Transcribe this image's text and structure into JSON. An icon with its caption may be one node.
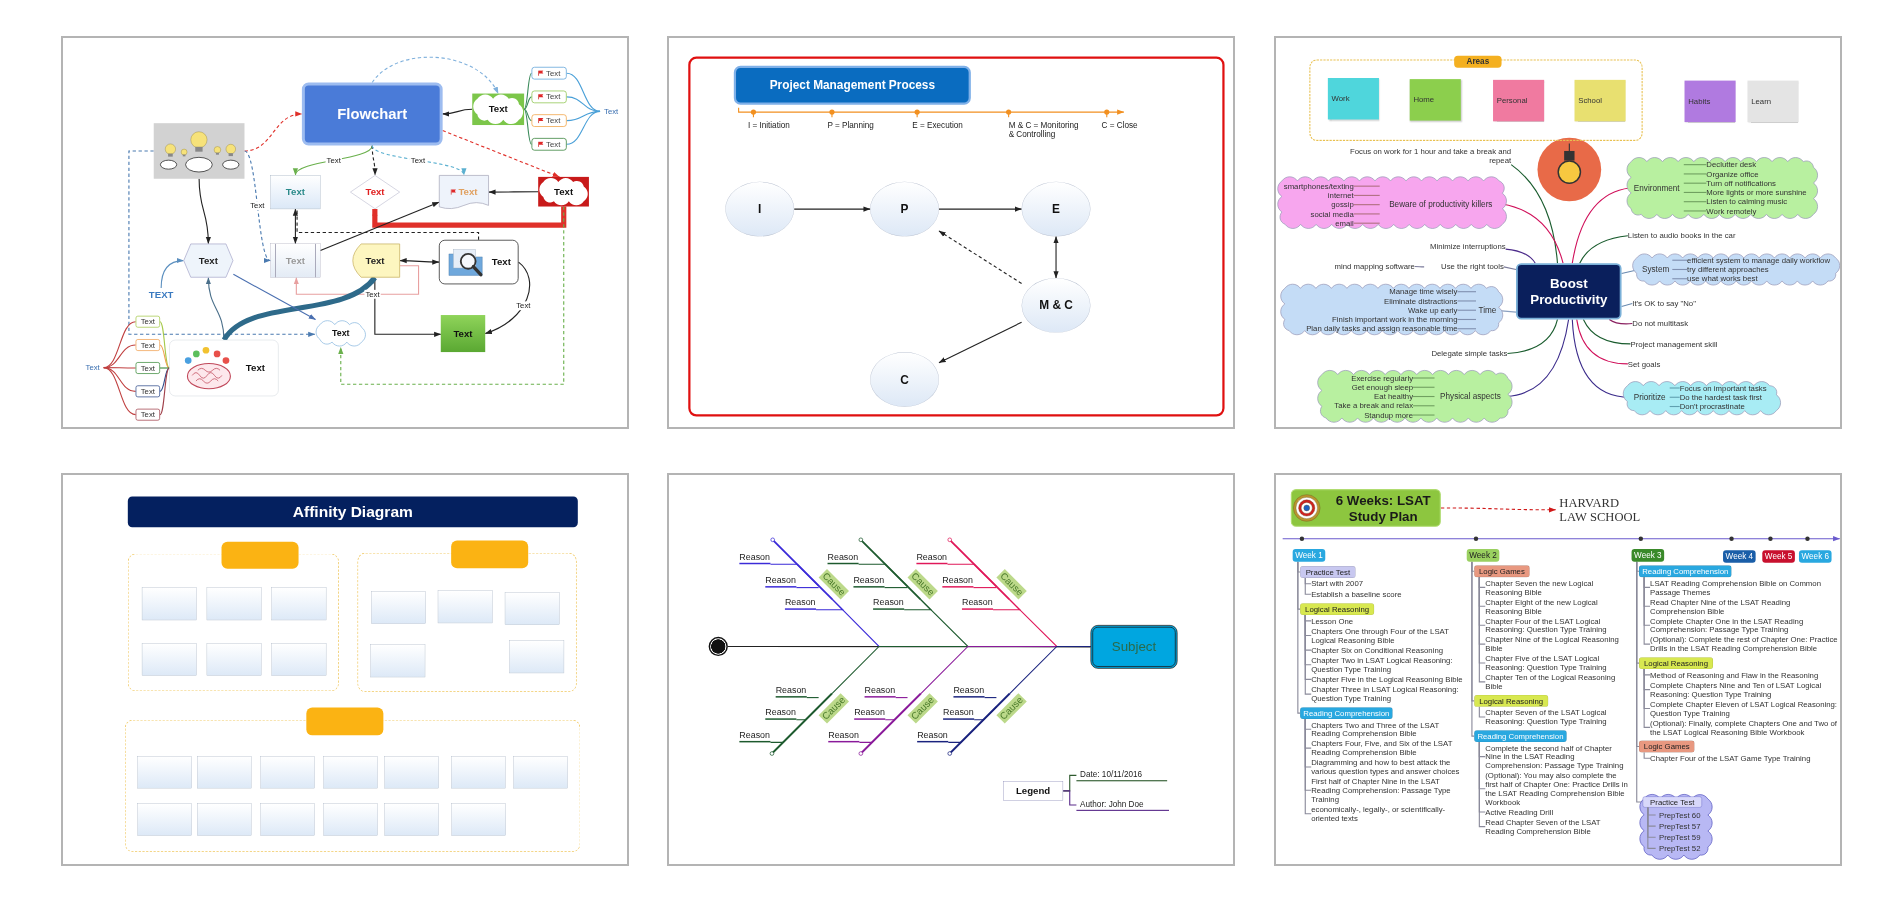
{
  "diagram": {
    "nodes": [
      {
        "text": [
          "Flowchart"
        ]
      },
      {
        "text": [],
        "shape": "picture"
      },
      {
        "text": [
          "Text"
        ]
      },
      {
        "text": [
          "Text"
        ]
      },
      {
        "text": [
          "Text"
        ]
      },
      {
        "text": [
          "Text"
        ]
      },
      {
        "text": [
          "Text"
        ]
      },
      {
        "text": [
          "Text"
        ]
      },
      {
        "text": [
          "Text"
        ]
      },
      {
        "text": [
          "Text"
        ]
      },
      {
        "text": [
          "Text"
        ]
      },
      {
        "text": [
          "Text"
        ]
      },
      {
        "text": [
          "Text"
        ]
      },
      {
        "text": [
          "Text"
        ]
      },
      {
        "text": [
          "Text"
        ]
      },
      {
        "text": [
          "Text"
        ]
      },
      {
        "text": [
          "TEXT"
        ]
      },
      {
        "text": [
          "Text"
        ]
      },
      {
        "text": [
          "Text"
        ]
      },
      {
        "text": [
          "Text"
        ]
      },
      {
        "text": [
          "Text"
        ]
      },
      {
        "text": [
          "Text"
        ]
      },
      {
        "text": [
          "Text"
        ]
      },
      {
        "text": [
          "Text"
        ]
      },
      {
        "text": [
          "Text"
        ]
      },
      {
        "text": [
          "Text"
        ]
      },
      {
        "text": [
          "Project Management Process"
        ]
      },
      {
        "text": [
          "I"
        ]
      },
      {
        "text": [
          "P"
        ]
      },
      {
        "text": [
          "E"
        ]
      },
      {
        "text": [
          "M & C"
        ]
      },
      {
        "text": [
          "C"
        ]
      },
      {
        "text": [
          "Areas"
        ]
      },
      {
        "text": [
          "Work"
        ],
        "in": 32
      },
      {
        "text": [
          "Home"
        ],
        "in": 32
      },
      {
        "text": [
          "Personal"
        ],
        "in": 32
      },
      {
        "text": [
          "School"
        ],
        "in": 32
      },
      {
        "text": [
          "Habits"
        ]
      },
      {
        "text": [
          "Learn"
        ]
      },
      {
        "text": [
          "Boost Productivity"
        ]
      },
      {
        "text": [
          "Focus on work for 1 hour and take a break and repeat"
        ]
      },
      {
        "text": [
          "Beware of productivity killers"
        ]
      },
      {
        "text": [
          "smartphones/texting"
        ],
        "in": 41
      },
      {
        "text": [
          "internet"
        ],
        "in": 41
      },
      {
        "text": [
          "gossip"
        ],
        "in": 41
      },
      {
        "text": [
          "social media"
        ],
        "in": 41
      },
      {
        "text": [
          "email"
        ],
        "in": 41
      },
      {
        "text": [
          "Minimize interruptions"
        ]
      },
      {
        "text": [
          "Use the right tools"
        ]
      },
      {
        "text": [
          "mind mapping software"
        ]
      },
      {
        "text": [
          "Time"
        ]
      },
      {
        "text": [
          "Manage time wisely"
        ],
        "in": 50
      },
      {
        "text": [
          "Eliminate distractions"
        ],
        "in": 50
      },
      {
        "text": [
          "Wake up early"
        ],
        "in": 50
      },
      {
        "text": [
          "Finish important work in the morning"
        ],
        "in": 50
      },
      {
        "text": [
          "Plan daily tasks and assign reasonable time"
        ],
        "in": 50
      },
      {
        "text": [
          "Delegate simple tasks"
        ]
      },
      {
        "text": [
          "Physical aspects"
        ]
      },
      {
        "text": [
          "Exercise regularly"
        ],
        "in": 57
      },
      {
        "text": [
          "Get enough sleep"
        ],
        "in": 57
      },
      {
        "text": [
          "Eat healthy"
        ],
        "in": 57
      },
      {
        "text": [
          "Take a break and relax"
        ],
        "in": 57
      },
      {
        "text": [
          "Standup more"
        ],
        "in": 57
      },
      {
        "text": [
          "Environment"
        ]
      },
      {
        "text": [
          "Declutter desk"
        ],
        "in": 63
      },
      {
        "text": [
          "Organize office"
        ],
        "in": 63
      },
      {
        "text": [
          "Turn off notifications"
        ],
        "in": 63
      },
      {
        "text": [
          "More lights or more sunshine"
        ],
        "in": 63
      },
      {
        "text": [
          "Listen to calming music"
        ],
        "in": 63
      },
      {
        "text": [
          "Work remotely"
        ],
        "in": 63
      },
      {
        "text": [
          "Listen to audio books in the car"
        ]
      },
      {
        "text": [
          "System"
        ]
      },
      {
        "text": [
          "efficient system to manage daily workflow"
        ],
        "in": 71
      },
      {
        "text": [
          "try different approaches"
        ],
        "in": 71
      },
      {
        "text": [
          "use what works best"
        ],
        "in": 71
      },
      {
        "text": [
          "It's OK to say \"No\""
        ]
      },
      {
        "text": [
          "Do not multitask"
        ]
      },
      {
        "text": [
          "Project management skill"
        ]
      },
      {
        "text": [
          "Set goals"
        ]
      },
      {
        "text": [
          "Prioritize"
        ]
      },
      {
        "text": [
          "Focus on important tasks"
        ],
        "in": 79
      },
      {
        "text": [
          "Do the hardest task first"
        ],
        "in": 79
      },
      {
        "text": [
          "Don't procrastinate"
        ],
        "in": 79
      },
      {
        "text": [
          "Affinity Diagram"
        ]
      },
      {
        "text": [],
        "shape": "box"
      },
      {
        "text": [],
        "shape": "box"
      },
      {
        "text": [],
        "shape": "box",
        "in": 84
      },
      {
        "text": [],
        "shape": "box",
        "in": 84
      },
      {
        "text": [],
        "shape": "box",
        "in": 84
      },
      {
        "text": [],
        "shape": "box",
        "in": 84
      },
      {
        "text": [],
        "shape": "box",
        "in": 84
      },
      {
        "text": [],
        "shape": "box",
        "in": 84
      },
      {
        "text": [],
        "shape": "box"
      },
      {
        "text": [],
        "shape": "box"
      },
      {
        "text": [],
        "shape": "box",
        "in": 92
      },
      {
        "text": [],
        "shape": "box",
        "in": 92
      },
      {
        "text": [],
        "shape": "box",
        "in": 92
      },
      {
        "text": [],
        "shape": "box",
        "in": 92
      },
      {
        "text": [],
        "shape": "box",
        "in": 92
      },
      {
        "text": [],
        "shape": "box"
      },
      {
        "text": [],
        "shape": "box"
      },
      {
        "text": [],
        "shape": "box",
        "in": 99
      },
      {
        "text": [],
        "shape": "box",
        "in": 99
      },
      {
        "text": [],
        "shape": "box",
        "in": 99
      },
      {
        "text": [],
        "shape": "box",
        "in": 99
      },
      {
        "text": [],
        "shape": "box",
        "in": 99
      },
      {
        "text": [],
        "shape": "box",
        "in": 99
      },
      {
        "text": [],
        "shape": "box",
        "in": 99
      },
      {
        "text": [],
        "shape": "box",
        "in": 99
      },
      {
        "text": [],
        "shape": "box",
        "in": 99
      },
      {
        "text": [],
        "shape": "box",
        "in": 99
      },
      {
        "text": [],
        "shape": "box",
        "in": 99
      },
      {
        "text": [],
        "shape": "box",
        "in": 99
      },
      {
        "text": [],
        "shape": "box",
        "in": 99
      },
      {
        "text": [],
        "shape": "circle"
      },
      {
        "text": [
          "Cause"
        ]
      },
      {
        "text": [
          "Cause"
        ]
      },
      {
        "text": [
          "Cause"
        ]
      },
      {
        "text": [
          "Cause"
        ]
      },
      {
        "text": [
          "Cause"
        ]
      },
      {
        "text": [
          "Cause"
        ]
      },
      {
        "text": [
          "Subject"
        ]
      },
      {
        "text": [
          "Legend"
        ]
      },
      {
        "text": [
          "Date: 10/11/2016"
        ]
      },
      {
        "text": [
          "Author: John Doe"
        ]
      },
      {
        "text": [
          "6 Weeks: LSAT Study Plan"
        ]
      },
      {
        "text": [
          "HARVARD LAW SCHOOL"
        ]
      },
      {
        "text": [
          "Week 1"
        ]
      },
      {
        "text": [
          "Week 2"
        ]
      },
      {
        "text": [
          "Week 3"
        ]
      },
      {
        "text": [
          "Week 4"
        ]
      },
      {
        "text": [
          "Week 5"
        ]
      },
      {
        "text": [
          "Week 6"
        ]
      },
      {
        "text": [
          "Practice Test"
        ]
      },
      {
        "text": [
          "Start with 2007"
        ]
      },
      {
        "text": [
          "Establish a baseline score"
        ]
      },
      {
        "text": [
          "Logical Reasoning"
        ]
      },
      {
        "text": [
          "Lesson One"
        ]
      },
      {
        "text": [
          "Chapters One through Four of the LSAT Logical Reasoning Bible"
        ]
      },
      {
        "text": [
          "Chapter Six on Conditional Reasoning"
        ]
      },
      {
        "text": [
          "Chapter Two in LSAT Logical Reasoning: Question Type Training"
        ]
      },
      {
        "text": [
          "Chapter Five in the Logical Reasoning Bible"
        ]
      },
      {
        "text": [
          "Chapter Three in LSAT Logical Reasoning: Question Type Training"
        ]
      },
      {
        "text": [
          "Reading Comprehension"
        ]
      },
      {
        "text": [
          "Chapters Two and Three of the LSAT Reading Comprehension Bible"
        ]
      },
      {
        "text": [
          "Chapters Four, Five, and Six of the LSAT Reading Comprehension Bible"
        ]
      },
      {
        "text": [
          "Diagramming and how to best attack the various question types and answer choices"
        ]
      },
      {
        "text": [
          "First half of Chapter Nine in the LSAT Reading Comprehension: Passage Type Training"
        ]
      },
      {
        "text": [
          "economically-, legally-, or scientifically-oriented texts"
        ]
      },
      {
        "text": [
          "Logic Games"
        ]
      },
      {
        "text": [
          "Chapter Seven the new Logical Reasoning Bible"
        ]
      },
      {
        "text": [
          "Chapter Eight of the new Logical Reasoning Bible"
        ]
      },
      {
        "text": [
          "Chapter Four of the LSAT Logical Reasoning: Question Type Training"
        ]
      },
      {
        "text": [
          "Chapter Nine of the Logical Reasoning Bible"
        ]
      },
      {
        "text": [
          "Chapter Five of the LSAT Logical Reasoning: Question Type Training"
        ]
      },
      {
        "text": [
          "Chapter Ten of the Logical Reasoning Bible"
        ]
      },
      {
        "text": [
          "Logical Reasoning"
        ]
      },
      {
        "text": [
          "Chapter Seven of the LSAT Logical Reasoning: Question Type Training"
        ]
      },
      {
        "text": [
          "Reading Comprehension"
        ]
      },
      {
        "text": [
          "Complete the second half of Chapter Nine in the LSAT Reading Comprehension: Passage Type Training"
        ]
      },
      {
        "text": [
          "(Optional): You may also complete the first half of Chapter One: Practice Drills in the LSAT Reading Comprehension Bible Workbook"
        ]
      },
      {
        "text": [
          "Active Reading Drill"
        ]
      },
      {
        "text": [
          "Read Chapter Seven of the LSAT Reading Comprehension Bible"
        ]
      },
      {
        "text": [
          "Reading Comprehension"
        ]
      },
      {
        "text": [
          "LSAT Reading Comprehension Bible on Common Passage Themes"
        ]
      },
      {
        "text": [
          "Read Chapter Nine of the LSAT Reading Comprehension Bible"
        ]
      },
      {
        "text": [
          "Complete Chapter One in the LSAT Reading Comprehension: Passage Type Training"
        ]
      },
      {
        "text": [
          "(Optional): Complete the rest of Chapter One: Practice Drills in the LSAT Reading Comprehension Bible"
        ]
      },
      {
        "text": [
          "Logical Reasoning"
        ]
      },
      {
        "text": [
          "Method of Reasoning and Flaw in the Reasoning"
        ]
      },
      {
        "text": [
          "Complete Chapters Nine and Ten of LSAT Logical Reasoning: Question Type Training"
        ]
      },
      {
        "text": [
          "Complete Chapter Eleven of LSAT Logical Reasoning: Question Type Training"
        ]
      },
      {
        "text": [
          "(Optional): Finally, complete Chapters One and Two of the LSAT Logical Reasoning Bible Workbook"
        ]
      },
      {
        "text": [
          "Logic Games"
        ]
      },
      {
        "text": [
          "Chapter Four of the LSAT Game Type Training"
        ]
      },
      {
        "text": [
          "Practice Test"
        ]
      },
      {
        "text": [
          "PrepTest 60"
        ],
        "in": 175
      },
      {
        "text": [
          "PrepTest 57"
        ],
        "in": 175
      },
      {
        "text": [
          "PrepTest 59"
        ],
        "in": 175
      },
      {
        "text": [
          "PrepTest 52"
        ],
        "in": 175
      },
      {
        "text": [
          "Reason"
        ]
      },
      {
        "text": [
          "Reason"
        ]
      },
      {
        "text": [
          "Reason"
        ]
      },
      {
        "text": [
          "Reason"
        ]
      },
      {
        "text": [
          "Reason"
        ]
      },
      {
        "text": [
          "Reason"
        ]
      },
      {
        "text": [
          "Reason"
        ]
      },
      {
        "text": [
          "Reason"
        ]
      },
      {
        "text": [
          "Reason"
        ]
      },
      {
        "text": [
          "Reason"
        ]
      },
      {
        "text": [
          "Reason"
        ]
      },
      {
        "text": [
          "Reason"
        ]
      },
      {
        "text": [
          "Reason"
        ]
      },
      {
        "text": [
          "Reason"
        ]
      },
      {
        "text": [
          "Reason"
        ]
      },
      {
        "text": [
          "Reason"
        ]
      },
      {
        "text": [
          "Reason"
        ]
      },
      {
        "text": [
          "Reason"
        ]
      }
    ],
    "edges": [
      {
        "from": 1,
        "to": 0,
        "arrow": "to",
        "style": "dashed",
        "color": "#e0302a"
      },
      {
        "from": 0,
        "to": 2,
        "arrow": "to",
        "style": "dashed",
        "color": "#7fb0dc"
      },
      {
        "from": 2,
        "to": 0,
        "arrow": "to",
        "color": "#222222"
      },
      {
        "from": 0,
        "to": 11,
        "arrow": "to",
        "style": "dashed",
        "color": "#e0302a"
      },
      {
        "from": 0,
        "to": 8,
        "arrow": "to",
        "label": "Text",
        "color": "#6ab04c"
      },
      {
        "from": 0,
        "to": 9,
        "arrow": "to",
        "style": "dashed",
        "color": "#222222"
      },
      {
        "from": 0,
        "to": 10,
        "arrow": "to",
        "label": "Text",
        "style": "dashed",
        "color": "#5bb0d0"
      },
      {
        "from": 11,
        "to": 10,
        "arrow": "to",
        "color": "#222222"
      },
      {
        "from": 11,
        "to": 9,
        "arrow": "to",
        "style": "thick",
        "color": "#e0302a"
      },
      {
        "from": 11,
        "to": 17,
        "arrow": "to",
        "style": "dashed",
        "color": "#6ab04c"
      },
      {
        "from": 13,
        "to": 8,
        "arrow": "both",
        "color": "#222222"
      },
      {
        "from": 15,
        "to": 8,
        "arrow": "none",
        "style": "dashed",
        "color": "#222222"
      },
      {
        "from": 1,
        "to": 12,
        "arrow": "to",
        "color": "#222222"
      },
      {
        "from": 1,
        "to": 13,
        "arrow": "to",
        "label": "Text",
        "style": "dashed",
        "color": "#4a7ab0"
      },
      {
        "from": 1,
        "to": 17,
        "arrow": "to",
        "style": "dashed",
        "color": "#4a7ab0"
      },
      {
        "from": 13,
        "to": 10,
        "arrow": "to",
        "color": "#222222"
      },
      {
        "from": 14,
        "to": 15,
        "arrow": "both",
        "color": "#222222"
      },
      {
        "from": 15,
        "to": 18,
        "arrow": "to",
        "label": "Text",
        "color": "#222222"
      },
      {
        "from": 14,
        "to": 18,
        "arrow": "to",
        "color": "#222222"
      },
      {
        "from": 14,
        "to": 13,
        "arrow": "to",
        "label": "Text",
        "color": "#e8a0a0"
      },
      {
        "from": 16,
        "to": 12,
        "arrow": "to",
        "color": "#5b8fbf"
      },
      {
        "from": 19,
        "to": 12,
        "arrow": "to",
        "color": "#4a6f8a"
      },
      {
        "from": 19,
        "to": 14,
        "arrow": "to",
        "style": "thick",
        "color": "#2e6a8a"
      },
      {
        "from": 12,
        "to": 17,
        "arrow": "to",
        "color": "#4a6fb0"
      },
      {
        "from": 20,
        "to": 19,
        "arrow": "none",
        "color": "#a6c94a"
      },
      {
        "from": 21,
        "to": 19,
        "arrow": "none",
        "color": "#f0a050"
      },
      {
        "from": 22,
        "to": 19,
        "arrow": "none",
        "color": "#3a8a3a"
      },
      {
        "from": 23,
        "to": 19,
        "arrow": "none",
        "color": "#2e4a8a"
      },
      {
        "from": 24,
        "to": 19,
        "arrow": "none",
        "color": "#a0404a"
      },
      {
        "from": 7,
        "to": 3,
        "arrow": "none",
        "color": "#4aa0d8"
      },
      {
        "from": 7,
        "to": 4,
        "arrow": "none",
        "color": "#4aa0d8"
      },
      {
        "from": 7,
        "to": 5,
        "arrow": "none",
        "color": "#4aa0d8"
      },
      {
        "from": 7,
        "to": 6,
        "arrow": "none",
        "color": "#4aa0d8"
      },
      {
        "from": 2,
        "to": 3,
        "arrow": "none",
        "color": "#3a8a5a"
      },
      {
        "from": 2,
        "to": 4,
        "arrow": "none",
        "color": "#3a8a5a"
      },
      {
        "from": 2,
        "to": 5,
        "arrow": "none",
        "color": "#3a8a5a"
      },
      {
        "from": 2,
        "to": 6,
        "arrow": "none",
        "color": "#3a8a5a"
      },
      {
        "from": 25,
        "to": 20,
        "arrow": "none",
        "color": "#c04040"
      },
      {
        "from": 25,
        "to": 21,
        "arrow": "none",
        "color": "#c04040"
      },
      {
        "from": 25,
        "to": 22,
        "arrow": "none",
        "color": "#c04040"
      },
      {
        "from": 25,
        "to": 23,
        "arrow": "none",
        "color": "#c04040"
      },
      {
        "from": 25,
        "to": 24,
        "arrow": "none",
        "color": "#c04040"
      },
      {
        "from": 27,
        "to": 28,
        "arrow": "to",
        "color": "#222222"
      },
      {
        "from": 28,
        "to": 29,
        "arrow": "to",
        "color": "#222222"
      },
      {
        "from": 29,
        "to": 30,
        "arrow": "both",
        "color": "#222222"
      },
      {
        "from": 30,
        "to": 28,
        "arrow": "to",
        "style": "dashed",
        "color": "#222222"
      },
      {
        "from": 30,
        "to": 31,
        "arrow": "to",
        "color": "#222222"
      },
      {
        "from": 39,
        "to": 40,
        "arrow": "none",
        "color": "#1a5c2e"
      },
      {
        "from": 39,
        "to": 41,
        "arrow": "none",
        "color": "#d0105a"
      },
      {
        "from": 39,
        "to": 47,
        "arrow": "none",
        "color": "#4b2a8a"
      },
      {
        "from": 39,
        "to": 48,
        "arrow": "none",
        "color": "#7a7a9a"
      },
      {
        "from": 48,
        "to": 49,
        "arrow": "none",
        "color": "#7a7a9a"
      },
      {
        "from": 39,
        "to": 50,
        "arrow": "none",
        "color": "#8aa0c0"
      },
      {
        "from": 39,
        "to": 56,
        "arrow": "none",
        "color": "#1a5c2e"
      },
      {
        "from": 39,
        "to": 57,
        "arrow": "none",
        "color": "#3a2a8a"
      },
      {
        "from": 39,
        "to": 63,
        "arrow": "none",
        "color": "#d0105a"
      },
      {
        "from": 39,
        "to": 70,
        "arrow": "none",
        "color": "#1a5c2e"
      },
      {
        "from": 39,
        "to": 71,
        "arrow": "none",
        "color": "#6a8ab0"
      },
      {
        "from": 39,
        "to": 75,
        "arrow": "none",
        "color": "#6a8ab0"
      },
      {
        "from": 39,
        "to": 76,
        "arrow": "none",
        "color": "#8a2060"
      },
      {
        "from": 39,
        "to": 77,
        "arrow": "none",
        "color": "#1a5c2e"
      },
      {
        "from": 39,
        "to": 78,
        "arrow": "none",
        "color": "#d0105a"
      },
      {
        "from": 39,
        "to": 79,
        "arrow": "none",
        "color": "#3a2a8a"
      },
      {
        "from": 41,
        "to": 42,
        "arrow": "none",
        "color": "#b07080"
      },
      {
        "from": 41,
        "to": 43,
        "arrow": "none",
        "color": "#b07080"
      },
      {
        "from": 41,
        "to": 44,
        "arrow": "none",
        "color": "#b07080"
      },
      {
        "from": 41,
        "to": 45,
        "arrow": "none",
        "color": "#b07080"
      },
      {
        "from": 41,
        "to": 46,
        "arrow": "none",
        "color": "#b07080"
      },
      {
        "from": 50,
        "to": 51,
        "arrow": "none",
        "color": "#8090b0"
      },
      {
        "from": 50,
        "to": 52,
        "arrow": "none",
        "color": "#8090b0"
      },
      {
        "from": 50,
        "to": 53,
        "arrow": "none",
        "color": "#8090b0"
      },
      {
        "from": 50,
        "to": 54,
        "arrow": "none",
        "color": "#8090b0"
      },
      {
        "from": 50,
        "to": 55,
        "arrow": "none",
        "color": "#8090b0"
      },
      {
        "from": 57,
        "to": 58,
        "arrow": "none",
        "color": "#70a060"
      },
      {
        "from": 57,
        "to": 59,
        "arrow": "none",
        "color": "#70a060"
      },
      {
        "from": 57,
        "to": 60,
        "arrow": "none",
        "color": "#70a060"
      },
      {
        "from": 57,
        "to": 61,
        "arrow": "none",
        "color": "#70a060"
      },
      {
        "from": 57,
        "to": 62,
        "arrow": "none",
        "color": "#70a060"
      },
      {
        "from": 63,
        "to": 64,
        "arrow": "none",
        "color": "#70a060"
      },
      {
        "from": 63,
        "to": 65,
        "arrow": "none",
        "color": "#70a060"
      },
      {
        "from": 63,
        "to": 66,
        "arrow": "none",
        "color": "#70a060"
      },
      {
        "from": 63,
        "to": 67,
        "arrow": "none",
        "color": "#70a060"
      },
      {
        "from": 63,
        "to": 68,
        "arrow": "none",
        "color": "#70a060"
      },
      {
        "from": 63,
        "to": 69,
        "arrow": "none",
        "color": "#70a060"
      },
      {
        "from": 71,
        "to": 72,
        "arrow": "none",
        "color": "#8090b0"
      },
      {
        "from": 71,
        "to": 73,
        "arrow": "none",
        "color": "#8090b0"
      },
      {
        "from": 71,
        "to": 74,
        "arrow": "none",
        "color": "#8090b0"
      },
      {
        "from": 79,
        "to": 80,
        "arrow": "none",
        "color": "#60a0b0"
      },
      {
        "from": 79,
        "to": 81,
        "arrow": "none",
        "color": "#60a0b0"
      },
      {
        "from": 79,
        "to": 82,
        "arrow": "none",
        "color": "#60a0b0"
      },
      {
        "from": 114,
        "to": 121,
        "arrow": "none",
        "color": "#222222"
      },
      {
        "from": 115,
        "to": 121,
        "arrow": "none",
        "color": "#3b2bd8"
      },
      {
        "from": 116,
        "to": 121,
        "arrow": "none",
        "color": "#1d5a2e"
      },
      {
        "from": 117,
        "to": 121,
        "arrow": "none",
        "color": "#e0185a"
      },
      {
        "from": 118,
        "to": 121,
        "arrow": "none",
        "color": "#1d5a2e"
      },
      {
        "from": 119,
        "to": 121,
        "arrow": "none",
        "color": "#8a1a9a"
      },
      {
        "from": 120,
        "to": 121,
        "arrow": "none",
        "color": "#1a237e"
      },
      {
        "from": 122,
        "to": 123,
        "arrow": "none",
        "color": "#2e5a2e"
      },
      {
        "from": 122,
        "to": 124,
        "arrow": "none",
        "color": "#5a2a8a"
      },
      {
        "from": 125,
        "to": 126,
        "arrow": "to",
        "style": "dashed",
        "color": "#d01818"
      },
      {
        "from": 127,
        "to": 133,
        "arrow": "none",
        "color": "#8a8a9a"
      },
      {
        "from": 127,
        "to": 136,
        "arrow": "none",
        "color": "#8a8a9a"
      },
      {
        "from": 127,
        "to": 143,
        "arrow": "none",
        "color": "#8a8a9a"
      },
      {
        "from": 133,
        "to": 134,
        "arrow": "none",
        "color": "#8a8a9a"
      },
      {
        "from": 133,
        "to": 135,
        "arrow": "none",
        "color": "#8a8a9a"
      },
      {
        "from": 136,
        "to": 137,
        "arrow": "none",
        "color": "#8a8a9a"
      },
      {
        "from": 136,
        "to": 138,
        "arrow": "none",
        "color": "#8a8a9a"
      },
      {
        "from": 136,
        "to": 139,
        "arrow": "none",
        "color": "#8a8a9a"
      },
      {
        "from": 136,
        "to": 140,
        "arrow": "none",
        "color": "#8a8a9a"
      },
      {
        "from": 136,
        "to": 141,
        "arrow": "none",
        "color": "#8a8a9a"
      },
      {
        "from": 136,
        "to": 142,
        "arrow": "none",
        "color": "#8a8a9a"
      },
      {
        "from": 143,
        "to": 144,
        "arrow": "none",
        "color": "#8a8a9a"
      },
      {
        "from": 143,
        "to": 145,
        "arrow": "none",
        "color": "#8a8a9a"
      },
      {
        "from": 143,
        "to": 146,
        "arrow": "none",
        "color": "#8a8a9a"
      },
      {
        "from": 143,
        "to": 147,
        "arrow": "none",
        "color": "#8a8a9a"
      },
      {
        "from": 143,
        "to": 148,
        "arrow": "none",
        "color": "#8a8a9a"
      },
      {
        "from": 128,
        "to": 149,
        "arrow": "none",
        "color": "#8a8a9a"
      },
      {
        "from": 128,
        "to": 156,
        "arrow": "none",
        "color": "#8a8a9a"
      },
      {
        "from": 128,
        "to": 158,
        "arrow": "none",
        "color": "#8a8a9a"
      },
      {
        "from": 149,
        "to": 150,
        "arrow": "none",
        "color": "#8a8a9a"
      },
      {
        "from": 149,
        "to": 151,
        "arrow": "none",
        "color": "#8a8a9a"
      },
      {
        "from": 149,
        "to": 152,
        "arrow": "none",
        "color": "#8a8a9a"
      },
      {
        "from": 149,
        "to": 153,
        "arrow": "none",
        "color": "#8a8a9a"
      },
      {
        "from": 149,
        "to": 154,
        "arrow": "none",
        "color": "#8a8a9a"
      },
      {
        "from": 149,
        "to": 155,
        "arrow": "none",
        "color": "#8a8a9a"
      },
      {
        "from": 156,
        "to": 157,
        "arrow": "none",
        "color": "#8a8a9a"
      },
      {
        "from": 158,
        "to": 159,
        "arrow": "none",
        "color": "#8a8a9a"
      },
      {
        "from": 158,
        "to": 160,
        "arrow": "none",
        "color": "#8a8a9a"
      },
      {
        "from": 158,
        "to": 161,
        "arrow": "none",
        "color": "#8a8a9a"
      },
      {
        "from": 158,
        "to": 162,
        "arrow": "none",
        "color": "#8a8a9a"
      },
      {
        "from": 129,
        "to": 163,
        "arrow": "none",
        "color": "#8a8a9a"
      },
      {
        "from": 129,
        "to": 168,
        "arrow": "none",
        "color": "#8a8a9a"
      },
      {
        "from": 129,
        "to": 173,
        "arrow": "none",
        "color": "#8a8a9a"
      },
      {
        "from": 129,
        "to": 175,
        "arrow": "none",
        "color": "#8a8a9a"
      },
      {
        "from": 163,
        "to": 164,
        "arrow": "none",
        "color": "#8a8a9a"
      },
      {
        "from": 163,
        "to": 165,
        "arrow": "none",
        "color": "#8a8a9a"
      },
      {
        "from": 163,
        "to": 166,
        "arrow": "none",
        "color": "#8a8a9a"
      },
      {
        "from": 163,
        "to": 167,
        "arrow": "none",
        "color": "#8a8a9a"
      },
      {
        "from": 168,
        "to": 169,
        "arrow": "none",
        "color": "#8a8a9a"
      },
      {
        "from": 168,
        "to": 170,
        "arrow": "none",
        "color": "#8a8a9a"
      },
      {
        "from": 168,
        "to": 171,
        "arrow": "none",
        "color": "#8a8a9a"
      },
      {
        "from": 168,
        "to": 172,
        "arrow": "none",
        "color": "#8a8a9a"
      },
      {
        "from": 173,
        "to": 174,
        "arrow": "none",
        "color": "#8a8a9a"
      },
      {
        "from": 175,
        "to": 176,
        "arrow": "none",
        "color": "#8a8a9a"
      },
      {
        "from": 175,
        "to": 177,
        "arrow": "none",
        "color": "#8a8a9a"
      },
      {
        "from": 175,
        "to": 178,
        "arrow": "none",
        "color": "#8a8a9a"
      },
      {
        "from": 175,
        "to": 179,
        "arrow": "none",
        "color": "#8a8a9a"
      },
      {
        "from": 180,
        "to": 115,
        "arrow": "none",
        "color": "#3b2bd8"
      },
      {
        "from": 181,
        "to": 115,
        "arrow": "none",
        "color": "#3b2bd8"
      },
      {
        "from": 182,
        "to": 115,
        "arrow": "none",
        "color": "#3b2bd8"
      },
      {
        "from": 183,
        "to": 116,
        "arrow": "none",
        "color": "#1d5a2e"
      },
      {
        "from": 184,
        "to": 116,
        "arrow": "none",
        "color": "#1d5a2e"
      },
      {
        "from": 185,
        "to": 116,
        "arrow": "none",
        "color": "#1d5a2e"
      },
      {
        "from": 186,
        "to": 117,
        "arrow": "none",
        "color": "#e0185a"
      },
      {
        "from": 187,
        "to": 117,
        "arrow": "none",
        "color": "#e0185a"
      },
      {
        "from": 188,
        "to": 117,
        "arrow": "none",
        "color": "#e0185a"
      },
      {
        "from": 189,
        "to": 118,
        "arrow": "none",
        "color": "#1d5a2e"
      },
      {
        "from": 190,
        "to": 118,
        "arrow": "none",
        "color": "#1d5a2e"
      },
      {
        "from": 191,
        "to": 118,
        "arrow": "none",
        "color": "#1d5a2e"
      },
      {
        "from": 192,
        "to": 119,
        "arrow": "none",
        "color": "#8a1a9a"
      },
      {
        "from": 193,
        "to": 119,
        "arrow": "none",
        "color": "#8a1a9a"
      },
      {
        "from": 194,
        "to": 119,
        "arrow": "none",
        "color": "#8a1a9a"
      },
      {
        "from": 195,
        "to": 120,
        "arrow": "none",
        "color": "#1a237e"
      },
      {
        "from": 196,
        "to": 120,
        "arrow": "none",
        "color": "#1a237e"
      },
      {
        "from": 197,
        "to": 120,
        "arrow": "none",
        "color": "#1a237e"
      }
    ],
    "labels": [
      "I = Initiation",
      "P = Planning",
      "E = Execution",
      "M & C = Monitoring & Controlling",
      "C = Close"
    ]
  }
}
